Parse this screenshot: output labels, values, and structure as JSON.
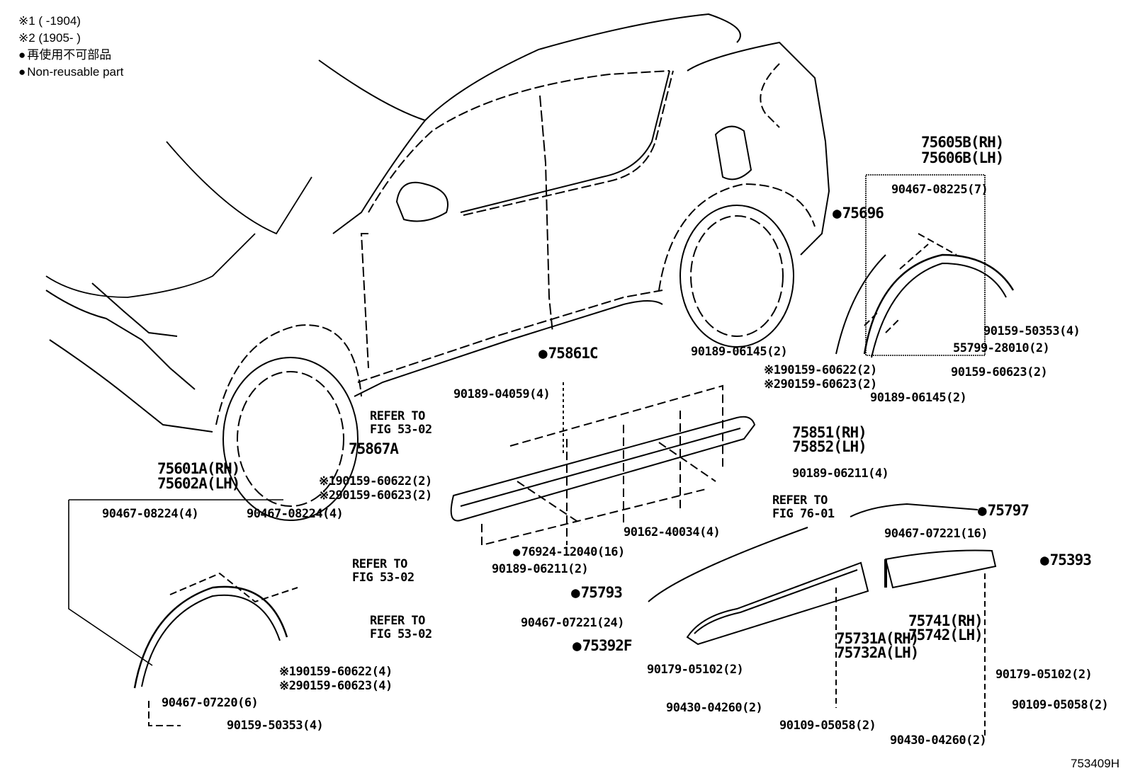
{
  "legend": {
    "note1": "※1 (        -1904)",
    "note2": "※2 (1905-        )",
    "nonreusable_jp": "再使用不可部品",
    "nonreusable_en": "Non-reusable part"
  },
  "figure_number": "753409H",
  "colors": {
    "ink": "#000000",
    "background": "#ffffff"
  },
  "rear_liner": {
    "assy_rh": "75605B(RH)",
    "assy_lh": "75606B(LH)",
    "clip": "90467-08225(7)",
    "screw": "90159-50353(4)",
    "stud": "55799-28010(2)",
    "screw2": "90159-60623(2)",
    "nut": "90189-06145(2)"
  },
  "front_liner": {
    "assy_rh": "75601A(RH)",
    "assy_lh": "75602A(LH)",
    "clip_left": "90467-08224(4)",
    "clip_right": "90467-08224(4)",
    "refer_label": "REFER TO",
    "refer_fig": "FIG 53-02",
    "screw_a": "※190159-60622(4)",
    "screw_b": "※290159-60623(4)",
    "clip_bottom": "90467-07220(6)",
    "screw_bottom": "90159-50353(4)"
  },
  "rocker": {
    "emblem": "75861C",
    "nut_top": "90189-04059(4)",
    "refer1_label": "REFER TO",
    "refer1_fig": "FIG 53-02",
    "clip": "75867A",
    "screw_a": "※190159-60622(2)",
    "screw_b": "※290159-60623(2)",
    "screw_small": "90162-40034(4)",
    "clip_many": "76924-12040(16)",
    "nut_bottom": "90189-06211(2)",
    "refer2_label": "REFER TO",
    "refer2_fig": "FIG 53-02",
    "nut_right_top": "90189-06145(2)",
    "screw_right_a": "※190159-60622(2)",
    "screw_right_b": "※290159-60623(2)",
    "assy_rh": "75851(RH)",
    "assy_lh": "75852(LH)",
    "nut_right": "90189-06211(4)",
    "refer3_label": "REFER TO",
    "refer3_fig": "FIG 76-01"
  },
  "rear_panel": {
    "bumper_part": "75696",
    "tape": "75797",
    "clip": "90467-07221(16)",
    "seal": "75393",
    "assy_rh": "75741(RH)",
    "assy_lh": "75742(LH)",
    "nut": "90179-05102(2)",
    "washer": "90430-04260(2)",
    "screw": "90109-05058(2)"
  },
  "door_panel": {
    "tape": "75793",
    "clip": "90467-07221(24)",
    "seal": "75392F",
    "assy_rh": "75731A(RH)",
    "assy_lh": "75732A(LH)",
    "nut": "90179-05102(2)",
    "washer": "90430-04260(2)",
    "screw": "90109-05058(2)"
  }
}
